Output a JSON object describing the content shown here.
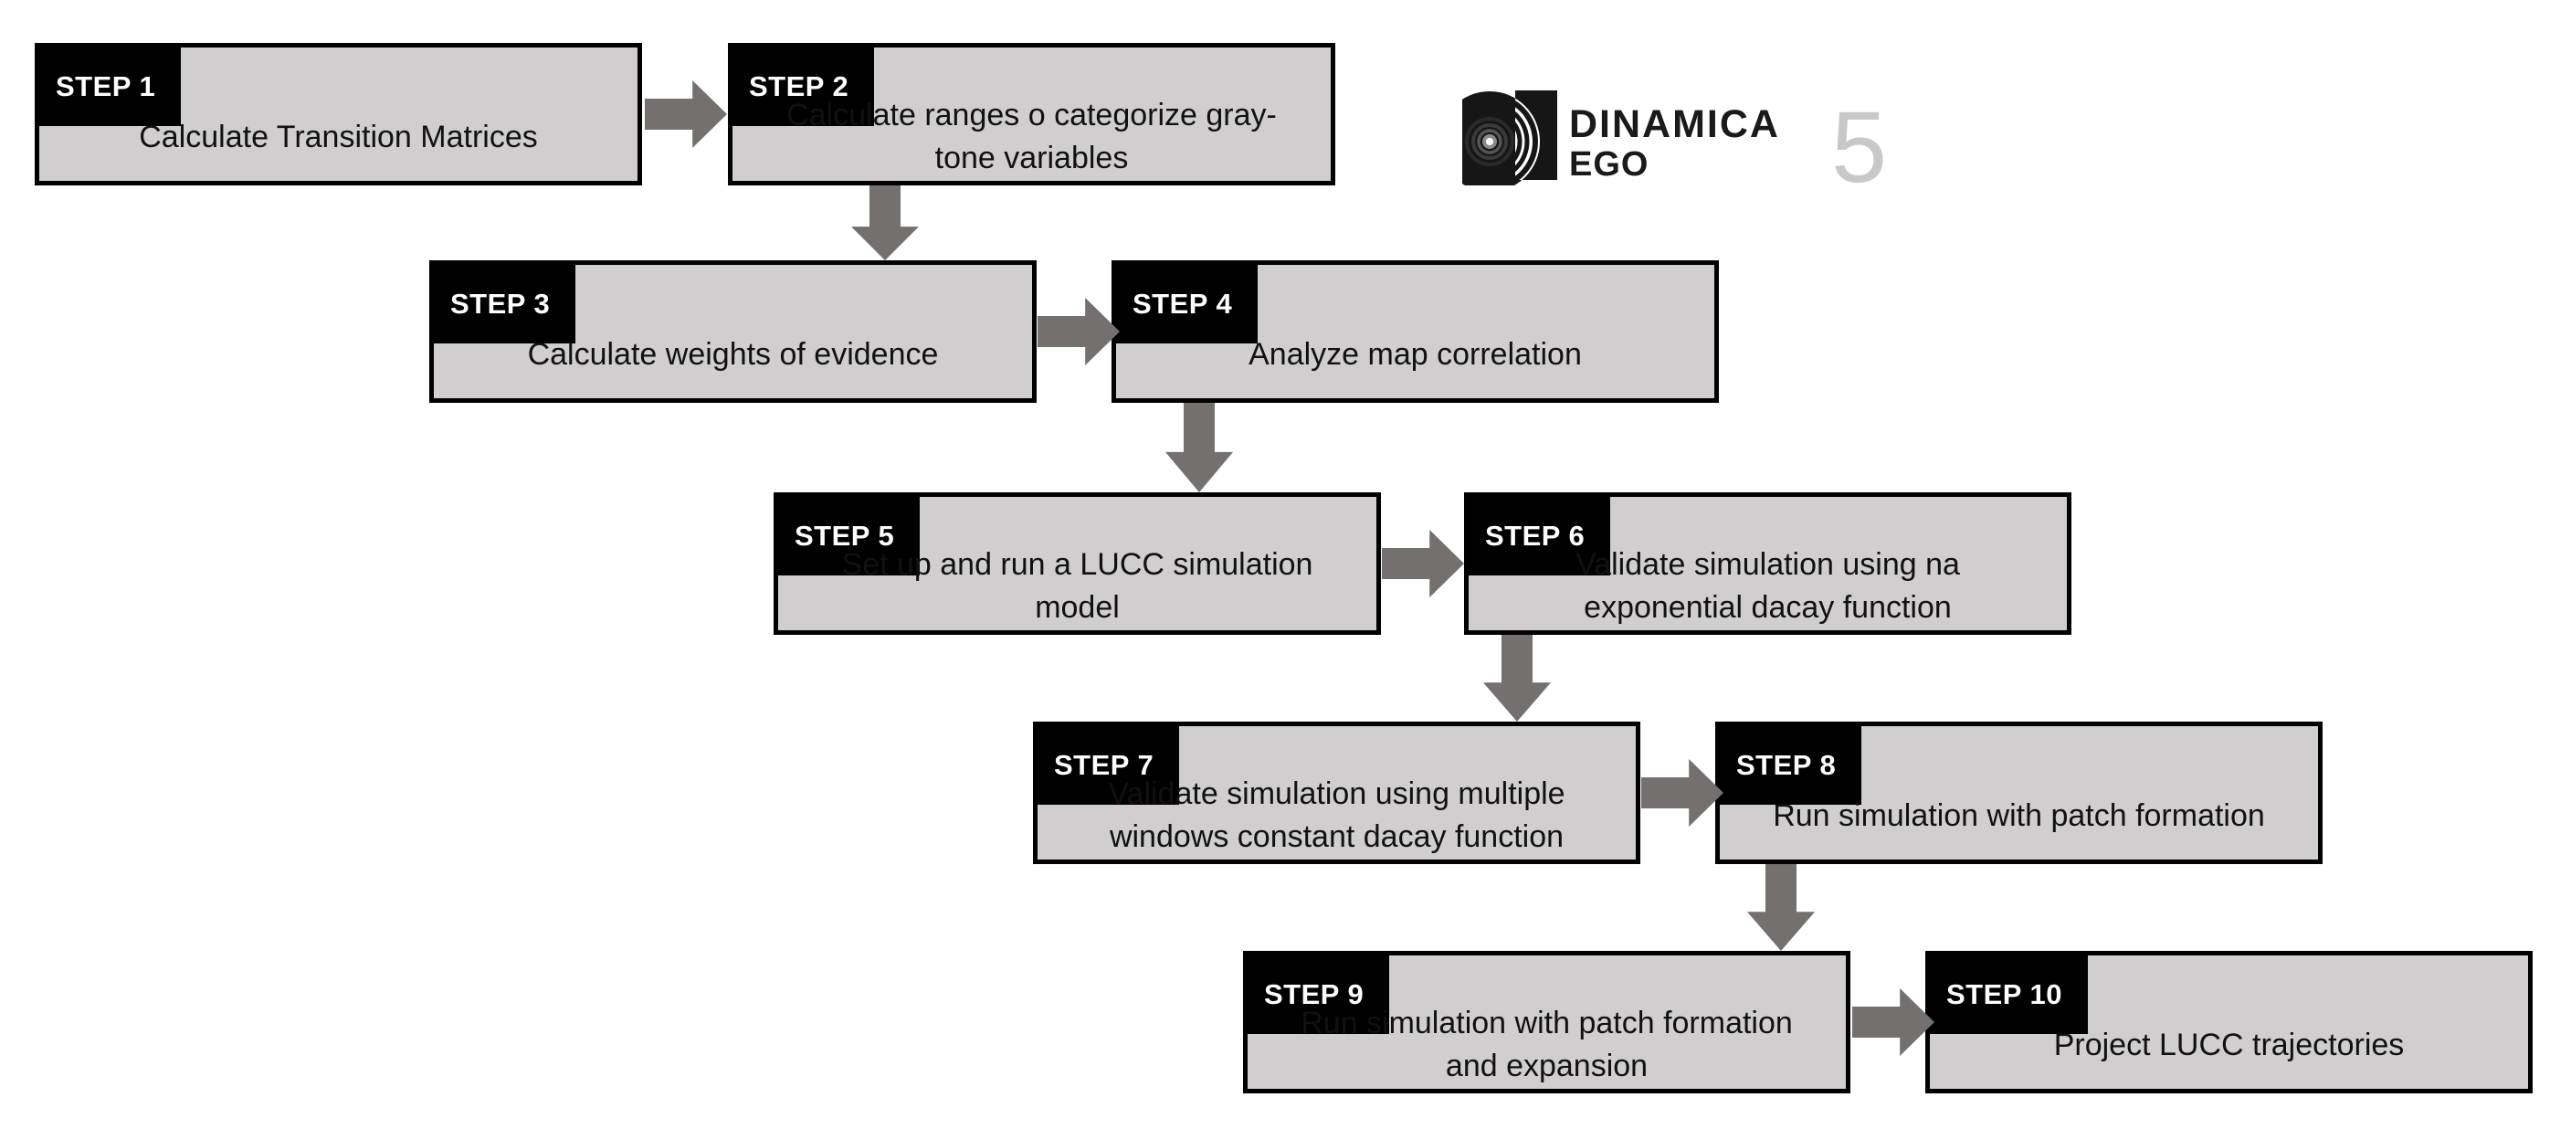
{
  "logo": {
    "brand_line1": "DINAMICA",
    "brand_line2": "EGO",
    "version": "5"
  },
  "steps": [
    {
      "label": "STEP 1",
      "lines": [
        "Calculate Transition Matrices"
      ]
    },
    {
      "label": "STEP 2",
      "lines": [
        "Calculate ranges o categorize gray-",
        "tone variables"
      ]
    },
    {
      "label": "STEP 3",
      "lines": [
        "Calculate weights of evidence"
      ]
    },
    {
      "label": "STEP 4",
      "lines": [
        "Analyze map correlation"
      ]
    },
    {
      "label": "STEP 5",
      "lines": [
        "Set up and run a LUCC simulation",
        "model"
      ]
    },
    {
      "label": "STEP 6",
      "lines": [
        "Validate simulation using na",
        "exponential dacay function"
      ]
    },
    {
      "label": "STEP 7",
      "lines": [
        "Validate simulation using multiple",
        "windows constant dacay function"
      ]
    },
    {
      "label": "STEP 8",
      "lines": [
        "Run simulation with patch formation"
      ]
    },
    {
      "label": "STEP 9",
      "lines": [
        "Run simulation with patch formation",
        "and expansion"
      ]
    },
    {
      "label": "STEP 10",
      "lines": [
        "Project LUCC trajectories"
      ]
    }
  ],
  "colors": {
    "box_fill": "#d0cece",
    "box_border": "#000000",
    "tag_bg": "#000000",
    "tag_text": "#ffffff",
    "arrow": "#757070",
    "text": "#111111",
    "version_gray": "#c8c8c8"
  }
}
